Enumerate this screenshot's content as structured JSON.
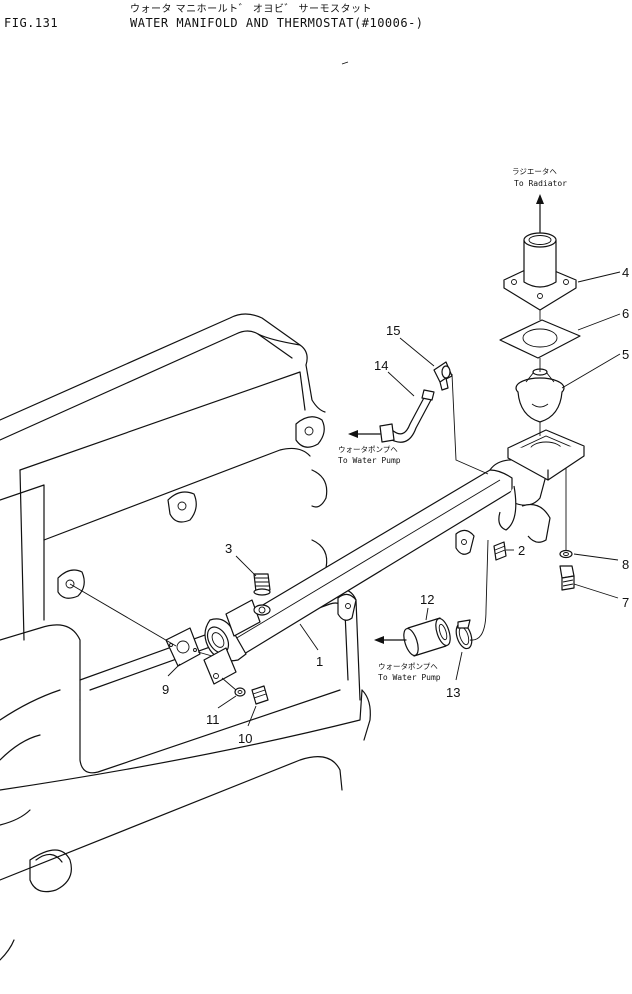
{
  "header": {
    "fig": "FIG.131",
    "title_jp": "ウォータ マニホールト゛ オヨビ゛ サーモスタット",
    "title_en": "WATER MANIFOLD AND THERMOSTAT(#10006-)"
  },
  "notes": {
    "radiator_jp": "ラジエータヘ",
    "radiator_en": "To Radiator",
    "pump1_jp": "ウォータポンプヘ",
    "pump1_en": "To Water Pump",
    "pump2_jp": "ウォータポンプヘ",
    "pump2_en": "To Water Pump"
  },
  "callouts": [
    "1",
    "2",
    "3",
    "4",
    "5",
    "6",
    "7",
    "8",
    "9",
    "10",
    "11",
    "12",
    "13",
    "14",
    "15"
  ]
}
